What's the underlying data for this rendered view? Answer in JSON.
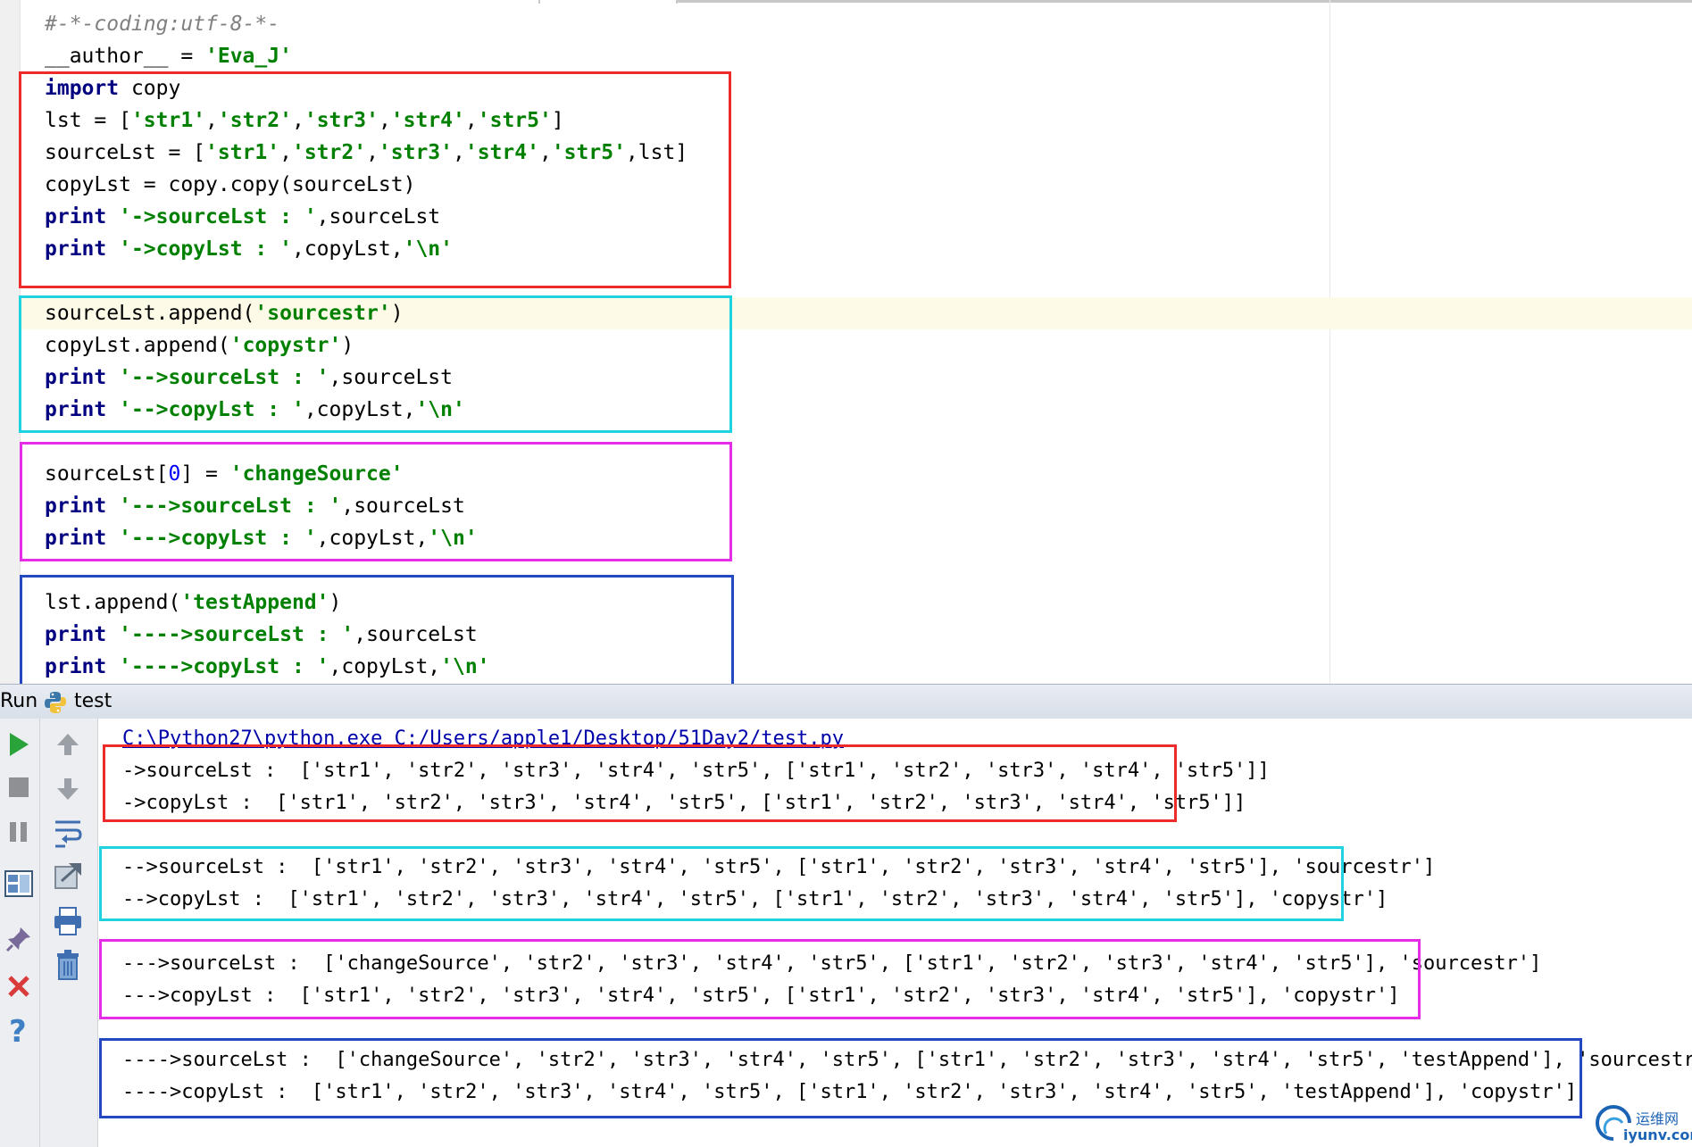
{
  "editor": {
    "lines": [
      {
        "parts": [
          {
            "t": "#-*-coding:utf-8-*-",
            "c": "cm"
          }
        ]
      },
      {
        "parts": [
          {
            "t": "__author__ = ",
            "c": ""
          },
          {
            "t": "'Eva_J'",
            "c": "str"
          }
        ]
      },
      {
        "parts": [
          {
            "t": "import",
            "c": "kw"
          },
          {
            "t": " copy",
            "c": ""
          }
        ]
      },
      {
        "parts": [
          {
            "t": "lst = [",
            "c": ""
          },
          {
            "t": "'str1'",
            "c": "str"
          },
          {
            "t": ",",
            "c": ""
          },
          {
            "t": "'str2'",
            "c": "str"
          },
          {
            "t": ",",
            "c": ""
          },
          {
            "t": "'str3'",
            "c": "str"
          },
          {
            "t": ",",
            "c": ""
          },
          {
            "t": "'str4'",
            "c": "str"
          },
          {
            "t": ",",
            "c": ""
          },
          {
            "t": "'str5'",
            "c": "str"
          },
          {
            "t": "]",
            "c": ""
          }
        ]
      },
      {
        "parts": [
          {
            "t": "sourceLst = [",
            "c": ""
          },
          {
            "t": "'str1'",
            "c": "str"
          },
          {
            "t": ",",
            "c": ""
          },
          {
            "t": "'str2'",
            "c": "str"
          },
          {
            "t": ",",
            "c": ""
          },
          {
            "t": "'str3'",
            "c": "str"
          },
          {
            "t": ",",
            "c": ""
          },
          {
            "t": "'str4'",
            "c": "str"
          },
          {
            "t": ",",
            "c": ""
          },
          {
            "t": "'str5'",
            "c": "str"
          },
          {
            "t": ",lst]",
            "c": ""
          }
        ]
      },
      {
        "parts": [
          {
            "t": "copyLst = copy.copy(sourceLst)",
            "c": ""
          }
        ]
      },
      {
        "parts": [
          {
            "t": "print",
            "c": "kw"
          },
          {
            "t": " ",
            "c": ""
          },
          {
            "t": "'->sourceLst : '",
            "c": "str"
          },
          {
            "t": ",sourceLst",
            "c": ""
          }
        ]
      },
      {
        "parts": [
          {
            "t": "print",
            "c": "kw"
          },
          {
            "t": " ",
            "c": ""
          },
          {
            "t": "'->copyLst : '",
            "c": "str"
          },
          {
            "t": ",copyLst,",
            "c": ""
          },
          {
            "t": "'\\n'",
            "c": "str"
          }
        ]
      },
      {
        "parts": []
      },
      {
        "parts": [
          {
            "t": "sourceLst.append(",
            "c": ""
          },
          {
            "t": "'sourcestr'",
            "c": "str"
          },
          {
            "t": ")",
            "c": ""
          }
        ]
      },
      {
        "parts": [
          {
            "t": "copyLst.append(",
            "c": ""
          },
          {
            "t": "'copystr'",
            "c": "str"
          },
          {
            "t": ")",
            "c": ""
          }
        ]
      },
      {
        "parts": [
          {
            "t": "print",
            "c": "kw"
          },
          {
            "t": " ",
            "c": ""
          },
          {
            "t": "'-->sourceLst : '",
            "c": "str"
          },
          {
            "t": ",sourceLst",
            "c": ""
          }
        ]
      },
      {
        "parts": [
          {
            "t": "print",
            "c": "kw"
          },
          {
            "t": " ",
            "c": ""
          },
          {
            "t": "'-->copyLst : '",
            "c": "str"
          },
          {
            "t": ",copyLst,",
            "c": ""
          },
          {
            "t": "'\\n'",
            "c": "str"
          }
        ]
      },
      {
        "parts": []
      },
      {
        "parts": [
          {
            "t": "sourceLst[",
            "c": ""
          },
          {
            "t": "0",
            "c": "num"
          },
          {
            "t": "] = ",
            "c": ""
          },
          {
            "t": "'changeSource'",
            "c": "str"
          }
        ]
      },
      {
        "parts": [
          {
            "t": "print",
            "c": "kw"
          },
          {
            "t": " ",
            "c": ""
          },
          {
            "t": "'--->sourceLst : '",
            "c": "str"
          },
          {
            "t": ",sourceLst",
            "c": ""
          }
        ]
      },
      {
        "parts": [
          {
            "t": "print",
            "c": "kw"
          },
          {
            "t": " ",
            "c": ""
          },
          {
            "t": "'--->copyLst : '",
            "c": "str"
          },
          {
            "t": ",copyLst,",
            "c": ""
          },
          {
            "t": "'\\n'",
            "c": "str"
          }
        ]
      },
      {
        "parts": []
      },
      {
        "parts": [
          {
            "t": "lst.append(",
            "c": ""
          },
          {
            "t": "'testAppend'",
            "c": "str"
          },
          {
            "t": ")",
            "c": ""
          }
        ]
      },
      {
        "parts": [
          {
            "t": "print",
            "c": "kw"
          },
          {
            "t": " ",
            "c": ""
          },
          {
            "t": "'---->sourceLst : '",
            "c": "str"
          },
          {
            "t": ",sourceLst",
            "c": ""
          }
        ]
      },
      {
        "parts": [
          {
            "t": "print",
            "c": "kw"
          },
          {
            "t": " ",
            "c": ""
          },
          {
            "t": "'---->copyLst : '",
            "c": "str"
          },
          {
            "t": ",copyLst,",
            "c": ""
          },
          {
            "t": "'\\n'",
            "c": "str"
          }
        ]
      }
    ]
  },
  "run_panel": {
    "label": "Run",
    "config_name": "test",
    "command": "C:\\Python27\\python.exe C:/Users/apple1/Desktop/51Day2/test.py",
    "output": [
      "->sourceLst :  ['str1', 'str2', 'str3', 'str4', 'str5', ['str1', 'str2', 'str3', 'str4', 'str5']]",
      "->copyLst :  ['str1', 'str2', 'str3', 'str4', 'str5', ['str1', 'str2', 'str3', 'str4', 'str5']]",
      "",
      "-->sourceLst :  ['str1', 'str2', 'str3', 'str4', 'str5', ['str1', 'str2', 'str3', 'str4', 'str5'], 'sourcestr']",
      "-->copyLst :  ['str1', 'str2', 'str3', 'str4', 'str5', ['str1', 'str2', 'str3', 'str4', 'str5'], 'copystr']",
      "",
      "--->sourceLst :  ['changeSource', 'str2', 'str3', 'str4', 'str5', ['str1', 'str2', 'str3', 'str4', 'str5'], 'sourcestr']",
      "--->copyLst :  ['str1', 'str2', 'str3', 'str4', 'str5', ['str1', 'str2', 'str3', 'str4', 'str5'], 'copystr']",
      "",
      "---->sourceLst :  ['changeSource', 'str2', 'str3', 'str4', 'str5', ['str1', 'str2', 'str3', 'str4', 'str5', 'testAppend'], 'sourcestr']",
      "---->copyLst :  ['str1', 'str2', 'str3', 'str4', 'str5', ['str1', 'str2', 'str3', 'str4', 'str5', 'testAppend'], 'copystr']"
    ],
    "toolbar_left": [
      "run-icon",
      "stop-icon",
      "pause-icon",
      "layout-icon",
      "pin-icon",
      "close-icon",
      "help-icon"
    ],
    "toolbar_right": [
      "up-arrow-icon",
      "down-arrow-icon",
      "soft-wrap-icon",
      "scroll-to-end-icon",
      "print-icon",
      "trash-icon"
    ]
  },
  "watermark": {
    "line1": "运维网",
    "line2": "iyunv.com"
  },
  "colors": {
    "box_red": "#ee2b2b",
    "box_cyan": "#1fd2e0",
    "box_magenta": "#e52ce6",
    "box_blue": "#2448c2",
    "keyword": "#000080",
    "string": "#008000",
    "comment": "#808080"
  }
}
